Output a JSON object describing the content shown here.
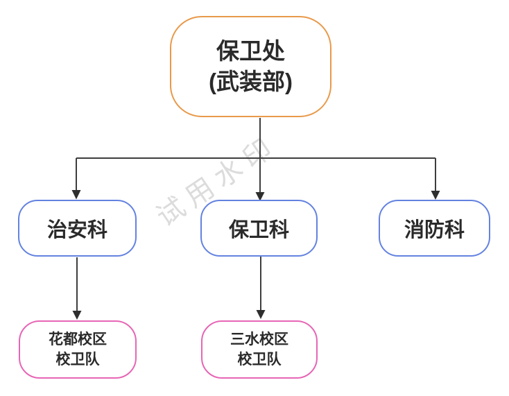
{
  "diagram": {
    "watermark_text": "试用水印",
    "colors": {
      "root_border": "#E8994A",
      "dept_border": "#6382E0",
      "team_border": "#E765B5",
      "connector": "#3D3D3D",
      "text": "#2A2A2A",
      "watermark": "#D6D6D6"
    },
    "nodes": {
      "root": {
        "label_line1": "保卫处",
        "label_line2": "(武装部)"
      },
      "dept_security": {
        "label": "治安科"
      },
      "dept_guard": {
        "label": "保卫科"
      },
      "dept_fire": {
        "label": "消防科"
      },
      "team_huadu": {
        "label_line1": "花都校区",
        "label_line2": "校卫队"
      },
      "team_sanshui": {
        "label_line1": "三水校区",
        "label_line2": "校卫队"
      }
    },
    "edges": [
      {
        "from": "保卫处(武装部)",
        "to": "治安科"
      },
      {
        "from": "保卫处(武装部)",
        "to": "保卫科"
      },
      {
        "from": "保卫处(武装部)",
        "to": "消防科"
      },
      {
        "from": "治安科",
        "to": "花都校区校卫队"
      },
      {
        "from": "保卫科",
        "to": "三水校区校卫队"
      }
    ]
  }
}
